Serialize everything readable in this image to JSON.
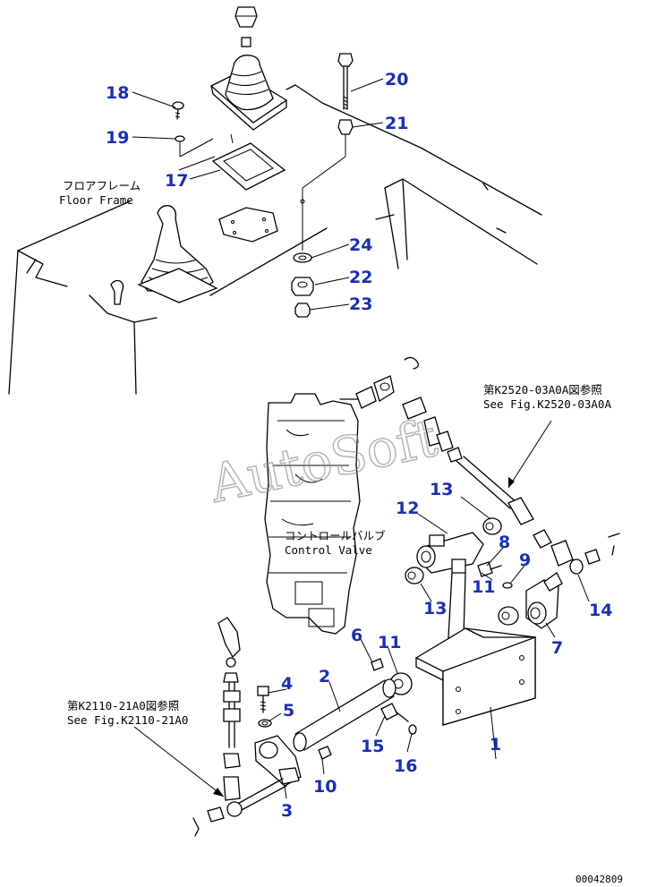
{
  "callouts": {
    "c1": "1",
    "c2": "2",
    "c3": "3",
    "c4": "4",
    "c5": "5",
    "c6": "6",
    "c7": "7",
    "c8": "8",
    "c9": "9",
    "c10": "10",
    "c11a": "11",
    "c11b": "11",
    "c12": "12",
    "c13a": "13",
    "c13b": "13",
    "c14": "14",
    "c15": "15",
    "c16": "16",
    "c17": "17",
    "c18": "18",
    "c19": "19",
    "c20": "20",
    "c21": "21",
    "c22": "22",
    "c23": "23",
    "c24": "24"
  },
  "labels": {
    "floor_frame_jp": "フロアフレーム",
    "floor_frame_en": "Floor Frame",
    "control_valve_jp": "コントロールバルブ",
    "control_valve_en": "Control Valve",
    "ref_upper_jp": "第K2520-03A0A図参照",
    "ref_upper_en": "See Fig.K2520-03A0A",
    "ref_lower_jp": "第K2110-21A0図参照",
    "ref_lower_en": "See Fig.K2110-21A0"
  },
  "watermark": "AutoSoft",
  "doc_number": "00042809",
  "colors": {
    "callout": "#1a2fb0",
    "line": "#000000",
    "watermark": "#888888"
  }
}
